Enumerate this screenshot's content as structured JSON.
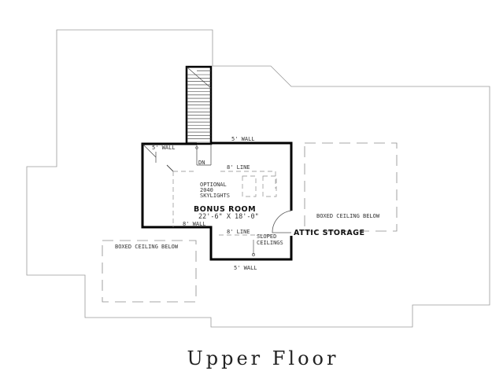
{
  "labels": {
    "wall_5_top": "5' WALL",
    "wall_5_left": "5' WALL",
    "wall_5_bottom": "5' WALL",
    "wall_8_left": "8' WALL",
    "line_8_top": "8' LINE",
    "line_8_bottom": "8' LINE",
    "stair_dn": "DN",
    "skylights": [
      "OPTIONAL",
      "2040",
      "SKYLIGHTS"
    ],
    "bonus_room_name": "BONUS ROOM",
    "bonus_room_size": "22'-6\" X 18'-0\"",
    "attic_storage": "ATTIC STORAGE",
    "sloped_ceilings": [
      "SLOPED",
      "CEILINGS"
    ],
    "boxed_ceiling_right": "BOXED CEILING BELOW",
    "boxed_ceiling_left": "BOXED CEILING BELOW"
  },
  "title": "Upper Floor"
}
